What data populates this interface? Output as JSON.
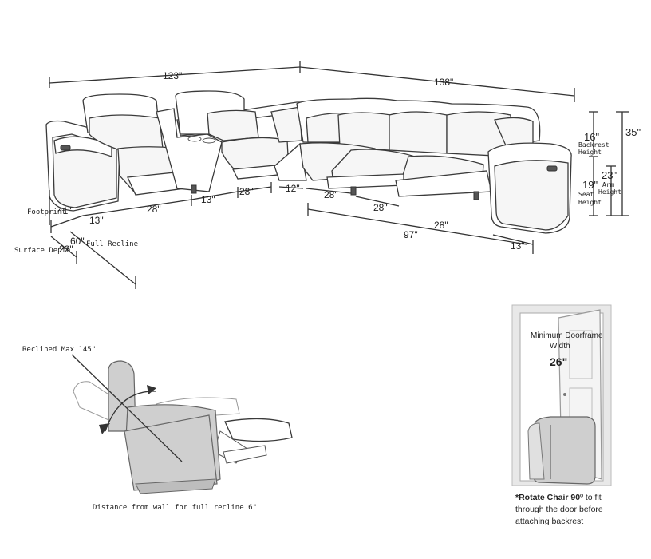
{
  "dimensions": {
    "top_left_width": "123\"",
    "top_right_width": "138\"",
    "backrest_height_value": "16\"",
    "backrest_height_label": "Backrest Height",
    "overall_height": "35\"",
    "seat_height_value": "19\"",
    "seat_height_label": "Seat Height",
    "arm_height_value": "23\"",
    "arm_height_label": "Arm Height",
    "footprint_label": "Footprint",
    "footprint_value": "41\"",
    "left_arm_13": "13\"",
    "left_seat_28": "28\"",
    "console_13": "13\"",
    "corner_seat_28": "28\"",
    "wedge_12": "12\"",
    "right_seat_28_a": "28\"",
    "right_seat_28_b": "28\"",
    "right_seat_28_c": "28\"",
    "right_total_97": "97\"",
    "right_arm_13": "13\"",
    "full_recline_value": "60\"",
    "full_recline_label": "Full Recline",
    "surface_depth_label": "Surface Depth",
    "surface_depth_value": "22\""
  },
  "recliner": {
    "reclined_max": "Reclined Max 145\"",
    "wall_distance": "Distance from wall for full recline 6\""
  },
  "doorframe": {
    "title": "Minimum Doorframe Width",
    "title_line1": "Minimum Doorframe",
    "title_line2": "Width",
    "width": "26\"",
    "note_line1_bold": "*Rotate Chair 90",
    "note_line1_rest": "º to fit",
    "note_line2": "through the door before",
    "note_line3": "attaching backrest"
  }
}
